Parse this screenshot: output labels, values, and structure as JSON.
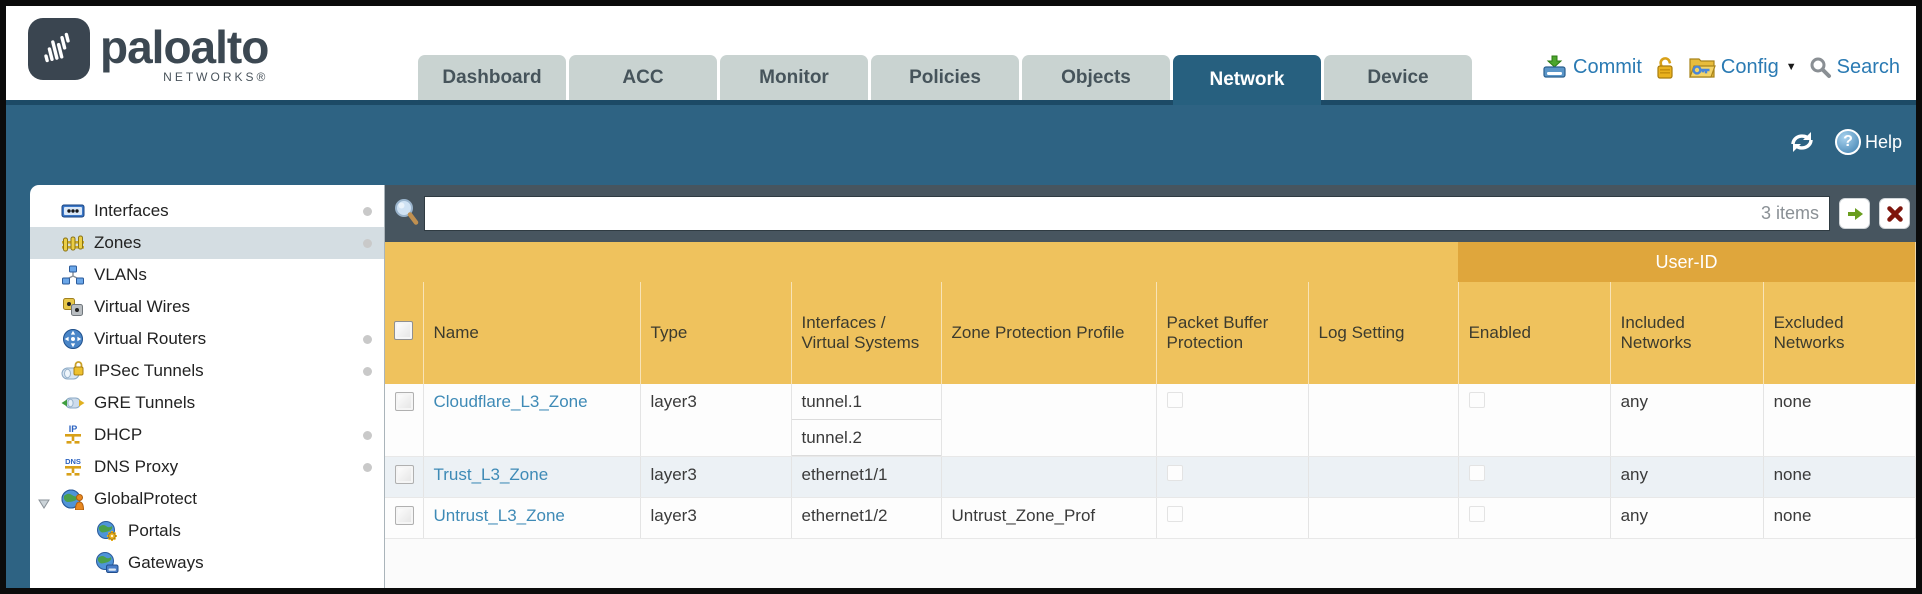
{
  "brand": {
    "name": "paloalto",
    "sub": "NETWORKS®"
  },
  "nav": {
    "tabs": [
      "Dashboard",
      "ACC",
      "Monitor",
      "Policies",
      "Objects",
      "Network",
      "Device"
    ],
    "active_tab": "Network"
  },
  "utility": {
    "commit_label": "Commit",
    "config_label": "Config",
    "search_label": "Search",
    "help_label": "Help"
  },
  "sidebar": {
    "items": [
      {
        "label": "Interfaces",
        "icon": "interfaces-icon",
        "dot": true
      },
      {
        "label": "Zones",
        "icon": "zones-icon",
        "dot": true,
        "selected": true
      },
      {
        "label": "VLANs",
        "icon": "vlans-icon"
      },
      {
        "label": "Virtual Wires",
        "icon": "virtual-wires-icon"
      },
      {
        "label": "Virtual Routers",
        "icon": "virtual-routers-icon",
        "dot": true
      },
      {
        "label": "IPSec Tunnels",
        "icon": "ipsec-tunnels-icon",
        "dot": true
      },
      {
        "label": "GRE Tunnels",
        "icon": "gre-tunnels-icon"
      },
      {
        "label": "DHCP",
        "icon": "dhcp-icon",
        "dot": true
      },
      {
        "label": "DNS Proxy",
        "icon": "dns-proxy-icon",
        "dot": true
      },
      {
        "label": "GlobalProtect",
        "icon": "globalprotect-icon",
        "expanded": true
      },
      {
        "label": "Portals",
        "icon": "portals-icon",
        "child": true
      },
      {
        "label": "Gateways",
        "icon": "gateways-icon",
        "child": true
      }
    ]
  },
  "toolbar": {
    "filter_value": "",
    "items_count": "3 items"
  },
  "table": {
    "group_header": "User-ID",
    "columns": [
      "Name",
      "Type",
      "Interfaces / Virtual Systems",
      "Zone Protection Profile",
      "Packet Buffer Protection",
      "Log Setting",
      "Enabled",
      "Included Networks",
      "Excluded Networks"
    ],
    "rows": [
      {
        "name": "Cloudflare_L3_Zone",
        "type": "layer3",
        "interfaces": [
          "tunnel.1",
          "tunnel.2"
        ],
        "zone_protection_profile": "",
        "log_setting": "",
        "included_networks": "any",
        "excluded_networks": "none"
      },
      {
        "name": "Trust_L3_Zone",
        "type": "layer3",
        "interfaces": [
          "ethernet1/1"
        ],
        "zone_protection_profile": "",
        "log_setting": "",
        "included_networks": "any",
        "excluded_networks": "none"
      },
      {
        "name": "Untrust_L3_Zone",
        "type": "layer3",
        "interfaces": [
          "ethernet1/2"
        ],
        "zone_protection_profile": "Untrust_Zone_Prof",
        "log_setting": "",
        "included_networks": "any",
        "excluded_networks": "none"
      }
    ]
  },
  "colors": {
    "teal_band": "#2e6383",
    "navline": "#1c4a66",
    "active_tab": "#27607f",
    "inactive_tab": "#c9d3d1",
    "toolbar_slate": "#47555f",
    "header_orange": "#efc25d",
    "group_orange": "#dfa63c",
    "row_highlight": "#ecf1f5",
    "link_blue": "#3e8ab6",
    "utility_blue": "#2a7ab3"
  }
}
